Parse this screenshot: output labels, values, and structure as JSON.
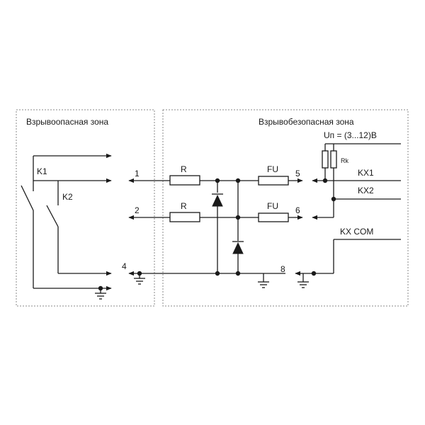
{
  "zones": {
    "hazardous": "Взрывоопасная зона",
    "safe": "Взрывобезопасная зона"
  },
  "supply": "Uп = (3...12)В",
  "contacts": {
    "k1": "K1",
    "k2": "K2"
  },
  "terminals": {
    "t1": "1",
    "t2": "2",
    "t4": "4",
    "t5": "5",
    "t6": "6",
    "t8": "8"
  },
  "components": {
    "r_top": "R",
    "r_bottom": "R",
    "fu_top": "FU",
    "fu_bottom": "FU",
    "rk": "Rk"
  },
  "outputs": {
    "kx1": "KX1",
    "kx2": "KX2",
    "kxcom": "KX COM"
  }
}
